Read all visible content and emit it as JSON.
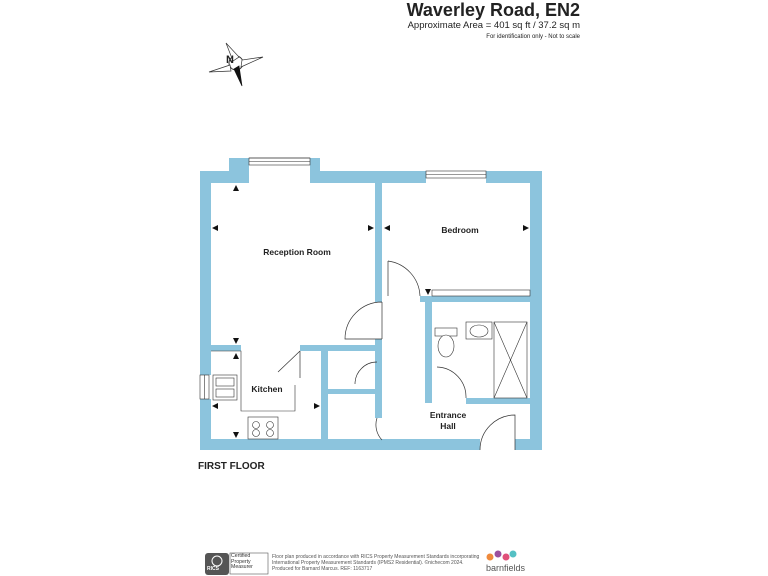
{
  "header": {
    "title": "Waverley Road, EN2",
    "area": "Approximate Area = 401 sq ft / 37.2 sq m",
    "note": "For identification only - Not to scale"
  },
  "compass": {
    "north_letter": "N"
  },
  "rooms": {
    "reception": "Reception Room",
    "bedroom": "Bedroom",
    "kitchen": "Kitchen",
    "hall_line1": "Entrance",
    "hall_line2": "Hall"
  },
  "floor_label": "FIRST FLOOR",
  "footer": {
    "rics_badge": "RICS",
    "rics_line1": "Certified",
    "rics_line2": "Property",
    "rics_line3": "Measurer",
    "statement_line1": "Floor plan produced in accordance with RICS Property Measurement Standards incorporating",
    "statement_line2": "International Property Measurement Standards (IPMS2 Residential). ©nichecom 2024.",
    "statement_line3": "Produced for Barnard Marcus.   REF: 1163717",
    "brand": "barnfields"
  },
  "colors": {
    "wall": "#8cc4dd",
    "line": "#333333",
    "dot_orange": "#ef8a3c",
    "dot_purple": "#9b4f9e",
    "dot_teal": "#55c0c4",
    "dot_pink": "#e0507a"
  }
}
